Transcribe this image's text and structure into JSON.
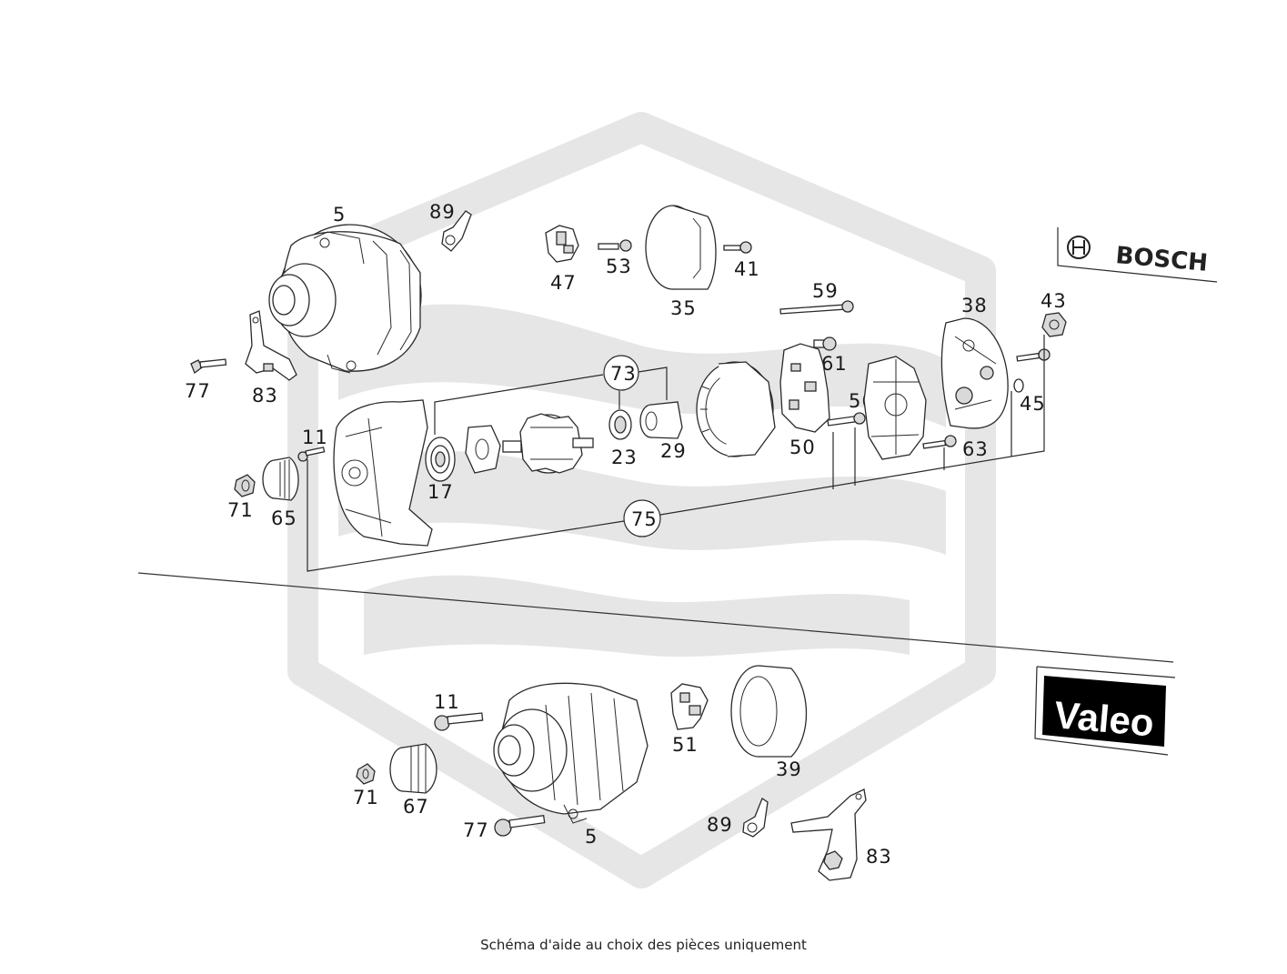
{
  "caption": "Schéma d'aide au choix des pièces uniquement",
  "brands": {
    "top": "BOSCH",
    "bottom": "Valeo"
  },
  "watermark": {
    "color": "#e6e6e6"
  },
  "colors": {
    "line": "#2a2a2a",
    "label": "#1a1a1a",
    "valeo_badge": "#000000"
  },
  "bosch_labels": {
    "p5": "5",
    "p89": "89",
    "p47": "47",
    "p53": "53",
    "p35": "35",
    "p41": "41",
    "p59": "59",
    "p61": "61",
    "p38": "38",
    "p43": "43",
    "p45": "45",
    "p77": "77",
    "p83": "83",
    "p73": "73",
    "p56": "56",
    "p11": "11",
    "p23": "23",
    "p29": "29",
    "p50": "50",
    "p63": "63",
    "p17": "17",
    "p71": "71",
    "p65": "65",
    "p75": "75"
  },
  "valeo_labels": {
    "p11": "11",
    "p51": "51",
    "p39": "39",
    "p71": "71",
    "p67": "67",
    "p77": "77",
    "p5": "5",
    "p89": "89",
    "p83": "83"
  }
}
